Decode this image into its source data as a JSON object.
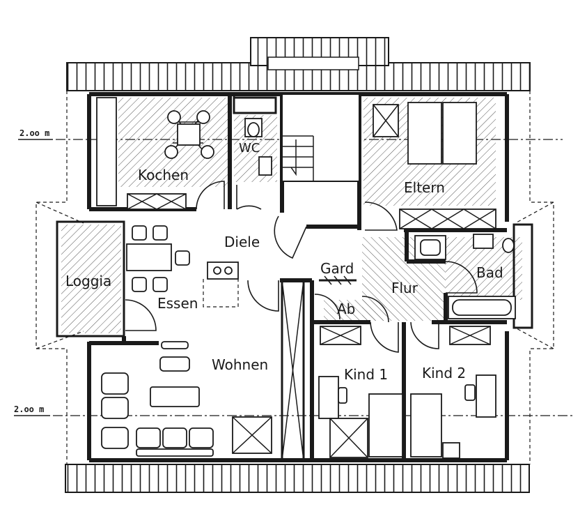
{
  "rooms": {
    "kochen": "Kochen",
    "wc": "WC",
    "eltern": "Eltern",
    "diele": "Diele",
    "loggia": "Loggia",
    "essen": "Essen",
    "gard": "Gard",
    "bad": "Bad",
    "flur": "Flur",
    "ab": "Ab",
    "wohnen": "Wohnen",
    "kind1": "Kind 1",
    "kind2": "Kind 2"
  },
  "dimensions": {
    "top_axis": "2.oo m",
    "bottom_axis": "2.oo m"
  }
}
